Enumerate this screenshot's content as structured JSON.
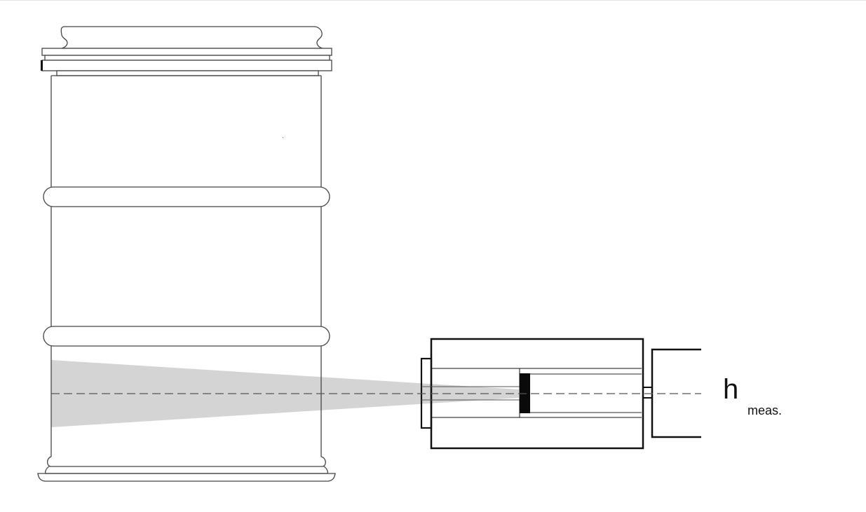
{
  "diagram": {
    "title": "",
    "components": {
      "barrel": {
        "name": "drum / barrel",
        "ribs": 2
      },
      "beam": {
        "name": "radiation beam cone",
        "color": "#d3d4d3"
      },
      "sensor": {
        "name": "level sensor housing"
      },
      "axis": {
        "name": "measurement axis (dashed)"
      }
    },
    "label": {
      "main": "h",
      "subscript": "meas."
    },
    "colors": {
      "outline": "#444444",
      "sensor_outline": "#111111",
      "beam": "#d3d4d3",
      "dash": "#666666"
    }
  }
}
